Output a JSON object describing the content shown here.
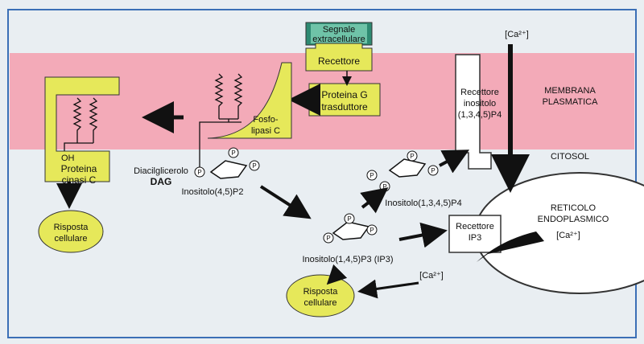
{
  "labels": {
    "signal": [
      "Segnale",
      "extracellulare"
    ],
    "receptor": "Recettore",
    "g_protein": [
      "Proteina G",
      "trasduttore"
    ],
    "phospholipase": [
      "Fosfo-",
      "lipasi C"
    ],
    "ip4_receptor": [
      "Recettore",
      "inositolo",
      "(1,3,4,5)P4"
    ],
    "ca_top": "[Ca²⁺]",
    "membrane": [
      "MEMBRANA",
      "PLASMATICA"
    ],
    "cytosol": "CITOSOL",
    "oh": "OH",
    "pkc": [
      "Proteina",
      "cinasi C"
    ],
    "dag_name": "Diacilglicerolo",
    "dag": "DAG",
    "ip2": "Inositolo(4,5)P2",
    "ip4": "Inositolo(1,3,4,5)P4",
    "ip3": "Inositolo(1,4,5)P3 (IP3)",
    "ip3_receptor": [
      "Recettore",
      "IP3"
    ],
    "er": [
      "RETICOLO",
      "ENDOPLASMICO"
    ],
    "ca_er": "[Ca²⁺]",
    "ca_cyt": "[Ca²⁺]",
    "response_left": [
      "Risposta",
      "cellulare"
    ],
    "response_center": [
      "Risposta",
      "cellulare"
    ],
    "phosphate": "P"
  },
  "colors": {
    "membrane": "#f3aab8",
    "yellow": "#e6e85a",
    "teal": "#2e8a72",
    "background": "#e9eef2",
    "frame": "#3b6fb6"
  }
}
